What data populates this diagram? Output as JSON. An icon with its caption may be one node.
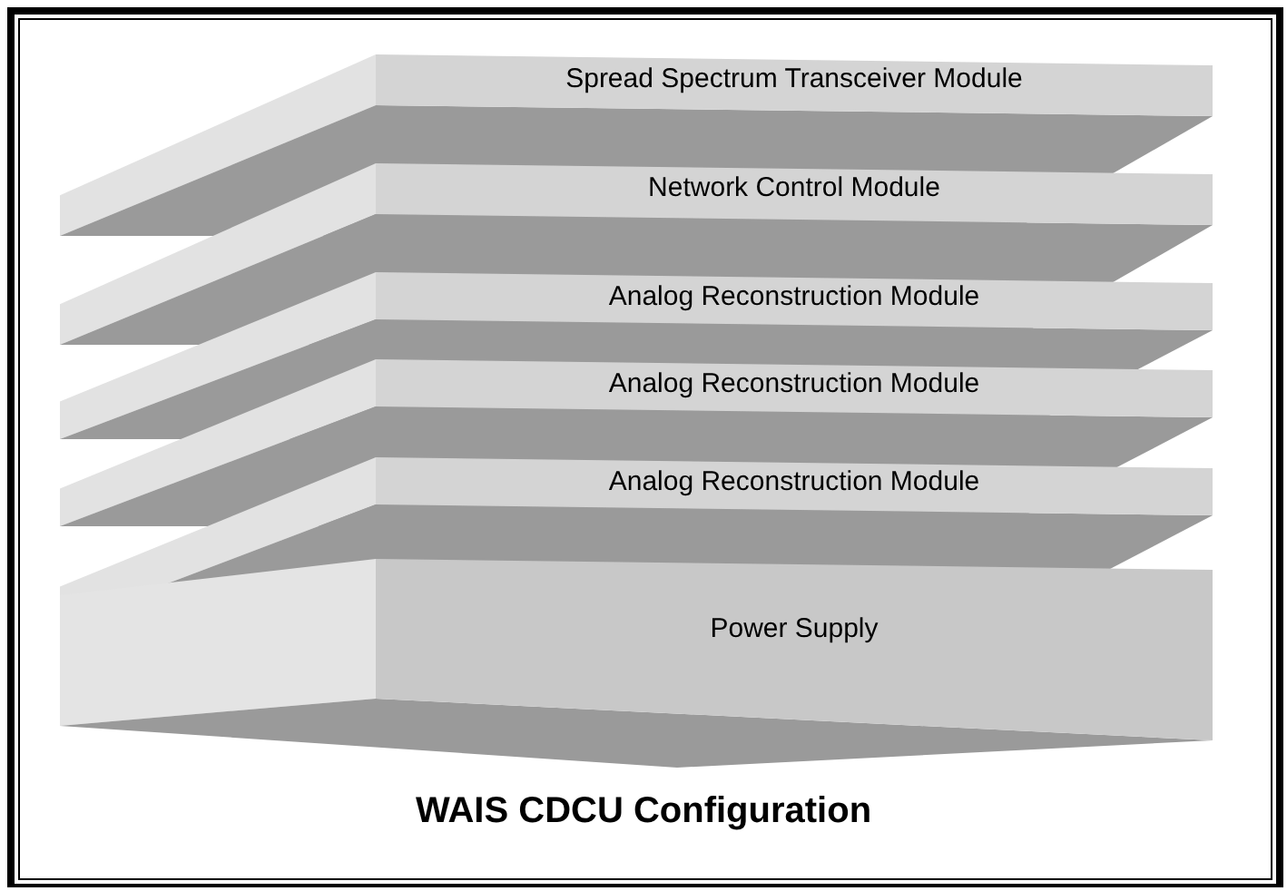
{
  "diagram": {
    "title": "WAIS CDCU Configuration",
    "nodes": [
      {
        "text": [
          "Spread Spectrum Transceiver Module"
        ]
      },
      {
        "text": [
          "Network Control Module"
        ]
      },
      {
        "text": [
          "Analog Reconstruction Module"
        ]
      },
      {
        "text": [
          "Analog Reconstruction Module"
        ]
      },
      {
        "text": [
          "Analog Reconstruction Module"
        ]
      },
      {
        "text": [
          "Power Supply"
        ]
      }
    ]
  }
}
